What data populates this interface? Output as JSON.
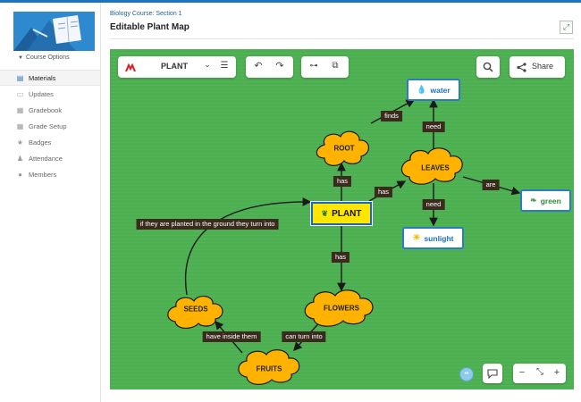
{
  "sidebar": {
    "course_options": "Course Options",
    "items": [
      {
        "label": "Materials",
        "icon": "materials-icon",
        "glyph": "▤"
      },
      {
        "label": "Updates",
        "icon": "updates-icon",
        "glyph": "▭"
      },
      {
        "label": "Gradebook",
        "icon": "gradebook-icon",
        "glyph": "▦"
      },
      {
        "label": "Grade Setup",
        "icon": "grade-setup-icon",
        "glyph": "▦"
      },
      {
        "label": "Badges",
        "icon": "badges-icon",
        "glyph": "★"
      },
      {
        "label": "Attendance",
        "icon": "attendance-icon",
        "glyph": "♟"
      },
      {
        "label": "Members",
        "icon": "members-icon",
        "glyph": "●"
      }
    ]
  },
  "header": {
    "breadcrumb": "Biology Course: Section 1",
    "title": "Editable Plant Map"
  },
  "toolbar": {
    "map_name": "PLANT",
    "share_label": "Share"
  },
  "map": {
    "plant": "PLANT",
    "root": "ROOT",
    "leaves": "LEAVES",
    "seeds": "SEEDS",
    "flowers": "FLOWERS",
    "fruits": "FRUITS",
    "water": "water",
    "sunlight": "sunlight",
    "green": "green",
    "links": {
      "has_root": "has",
      "has_leaves": "has",
      "has_flowers": "has",
      "finds": "finds",
      "need_water": "need",
      "need_sunlight": "need",
      "are": "are",
      "can_turn_into": "can turn into",
      "have_inside_them": "have inside them",
      "if_planted": "if they are planted in the ground they turn into"
    }
  },
  "zoom": {
    "minus": "−",
    "plus": "+"
  }
}
